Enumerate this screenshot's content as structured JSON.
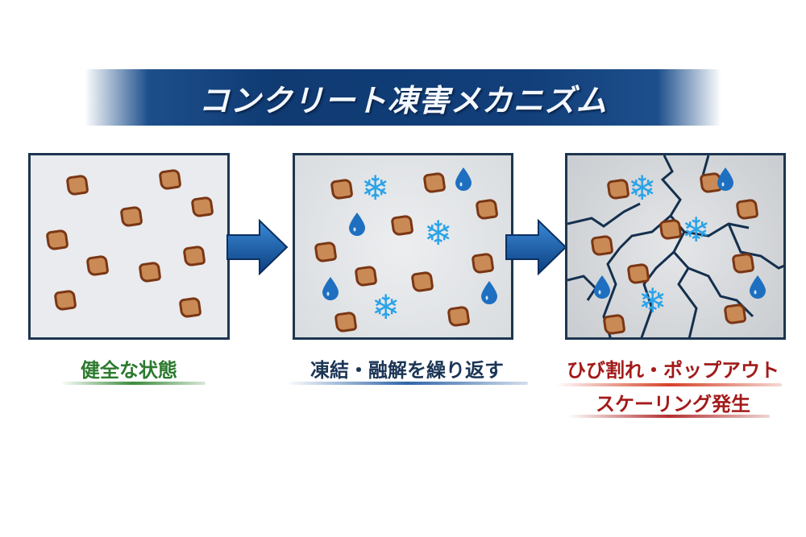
{
  "header": {
    "title": "コンクリート凍害メカニズム"
  },
  "stages": [
    {
      "id": "healthy",
      "caption": "健全な状態",
      "caption_color": "#2c7a2e"
    },
    {
      "id": "freeze-thaw",
      "caption": "凍結・融解を繰り返す",
      "caption_color": "#1b3556"
    },
    {
      "id": "damage",
      "caption_line1": "ひび割れ・ポップアウト",
      "caption_line2": "スケーリング発生",
      "caption_color": "#a31a1a"
    }
  ],
  "icons": {
    "aggregate": "aggregate-rock-icon",
    "snowflake": "snowflake-icon",
    "water": "water-drop-icon",
    "arrow": "right-arrow-icon",
    "crack": "crack-icon"
  },
  "glyphs": {
    "snowflake": "❄"
  },
  "colors": {
    "banner": "#123f7a",
    "arrow": "#1f63ad",
    "border": "#1d3550",
    "rock_fill": "#c98a55",
    "rock_edge": "#7a3614",
    "snow": "#2aa3e8",
    "drop": "#1e6fc0"
  }
}
